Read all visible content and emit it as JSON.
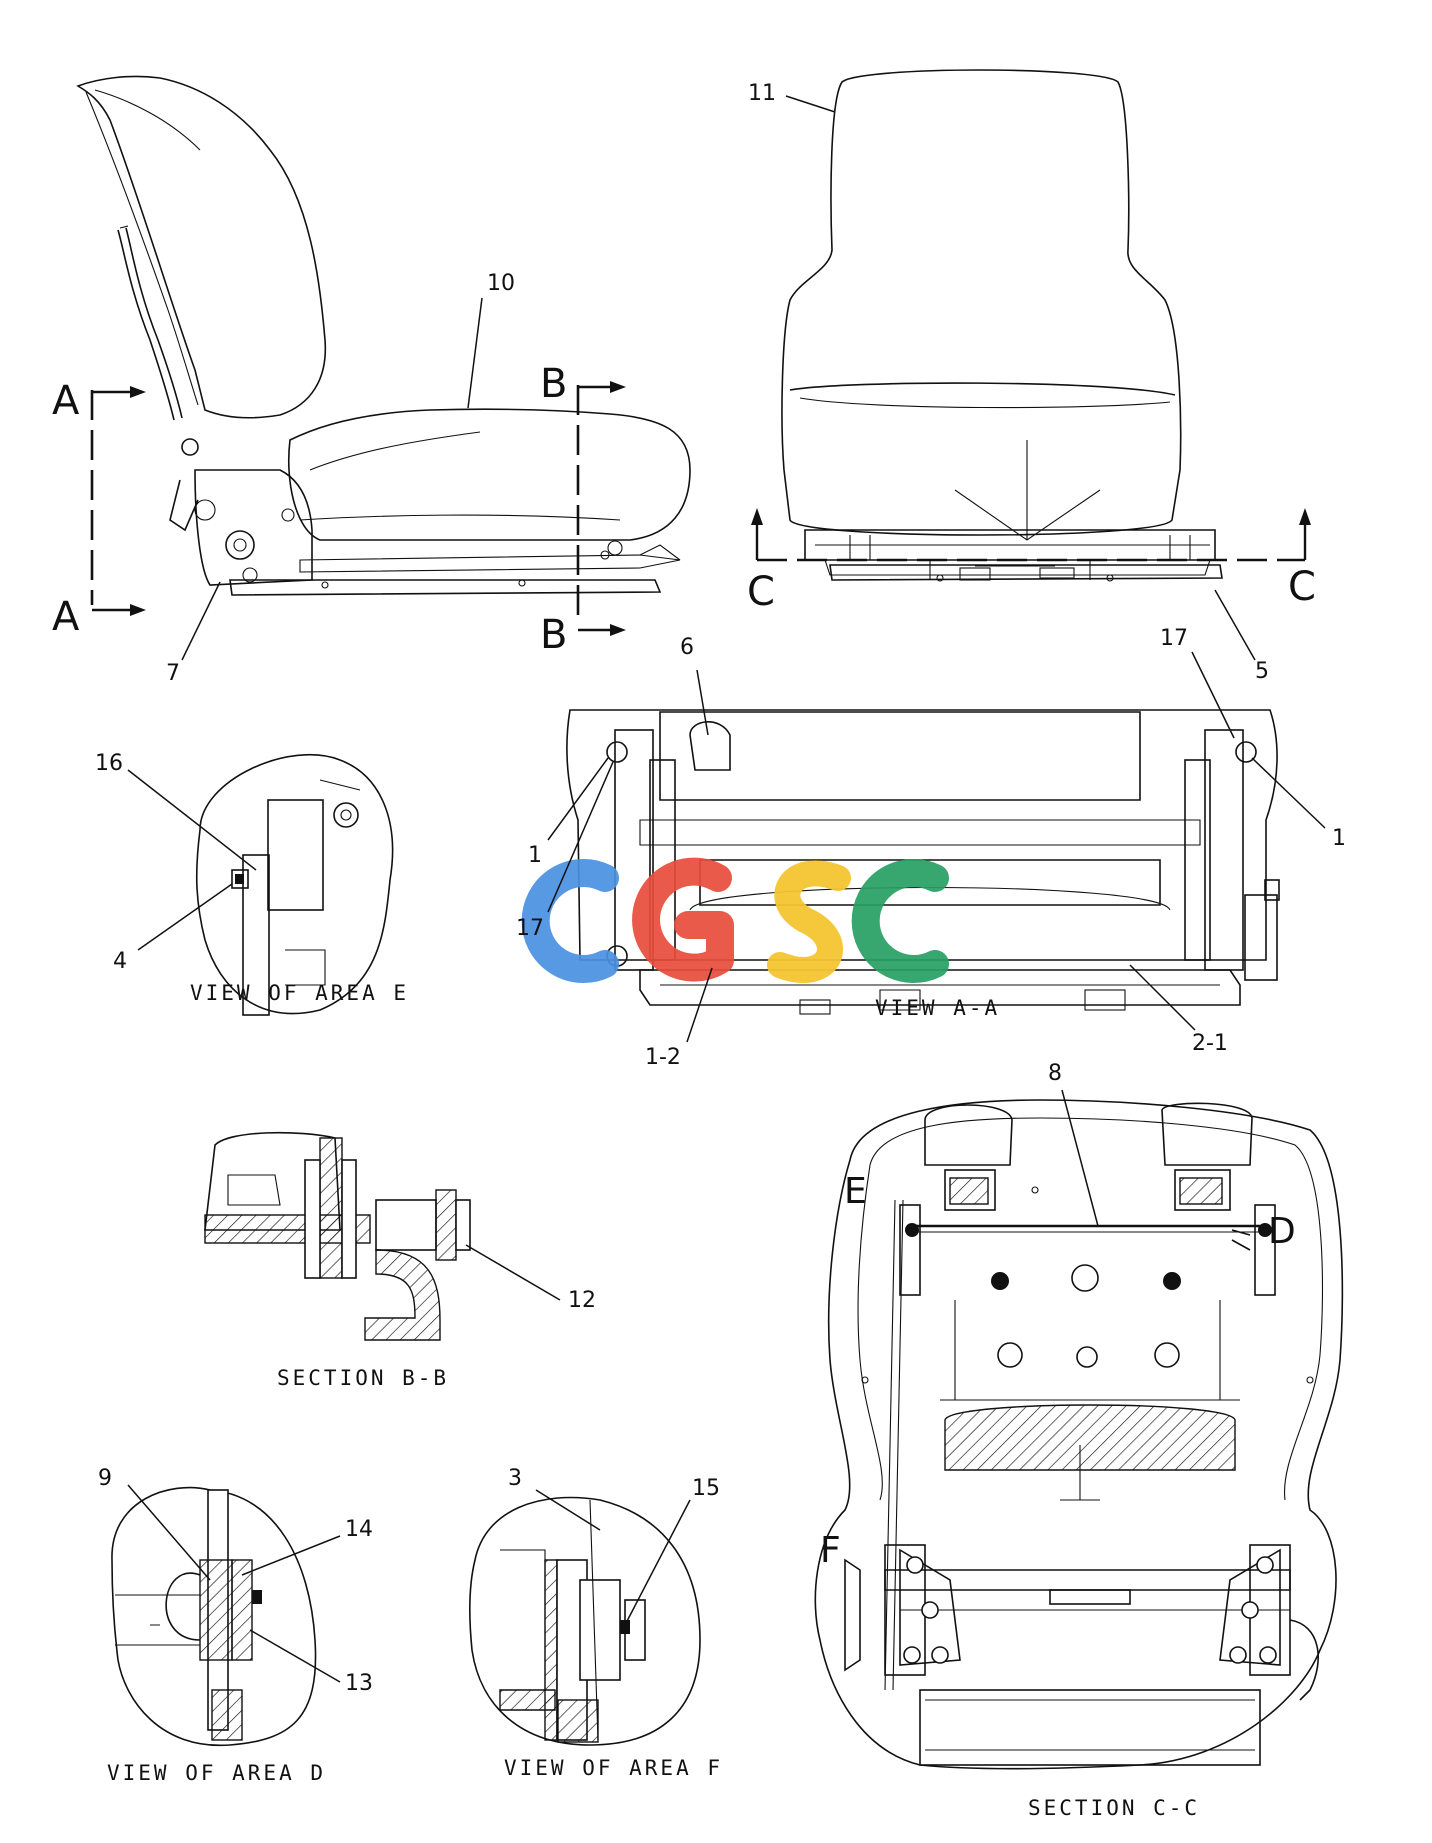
{
  "callouts": {
    "c1": "1",
    "c1b": "1",
    "c1_2": "1-2",
    "c2_1": "2-1",
    "c3": "3",
    "c4": "4",
    "c5": "5",
    "c6": "6",
    "c7": "7",
    "c8": "8",
    "c9": "9",
    "c10": "10",
    "c11": "11",
    "c12": "12",
    "c13": "13",
    "c14": "14",
    "c15": "15",
    "c16": "16",
    "c17": "17",
    "c17b": "17"
  },
  "section_markers": {
    "A_top": "A",
    "A_bottom": "A",
    "B_top": "B",
    "B_bottom": "B",
    "C_left": "C",
    "C_right": "C",
    "D": "D",
    "E": "E",
    "F": "F"
  },
  "captions": {
    "view_area_e": "VIEW OF AREA E",
    "view_a_a": "VIEW A-A",
    "section_b_b": "SECTION B-B",
    "view_area_d": "VIEW OF AREA D",
    "view_area_f": "VIEW OF AREA F",
    "section_c_c": "SECTION C-C"
  },
  "watermark": {
    "text": "CGSC",
    "colors": [
      "#4a90e2",
      "#e74c3c",
      "#f4c430",
      "#27a063"
    ]
  }
}
